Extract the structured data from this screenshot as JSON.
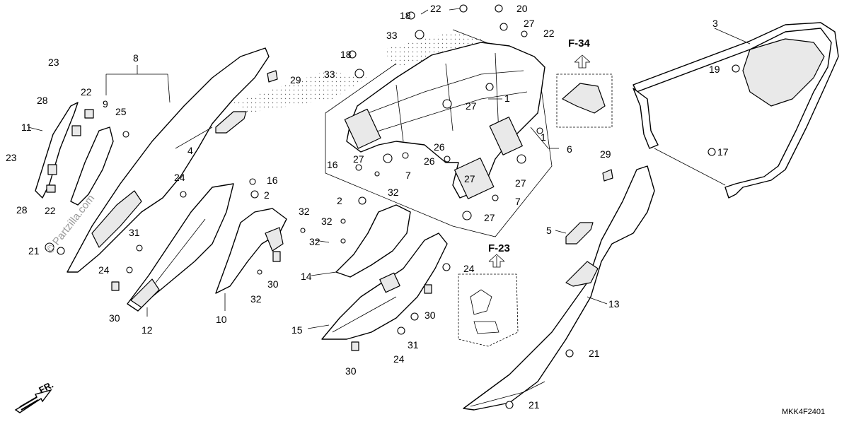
{
  "callouts": [
    {
      "id": "c1a",
      "label": "1"
    },
    {
      "id": "c1b",
      "label": "1"
    },
    {
      "id": "c2a",
      "label": "2"
    },
    {
      "id": "c2b",
      "label": "2"
    },
    {
      "id": "c3",
      "label": "3"
    },
    {
      "id": "c4",
      "label": "4"
    },
    {
      "id": "c5",
      "label": "5"
    },
    {
      "id": "c6",
      "label": "6"
    },
    {
      "id": "c7a",
      "label": "7"
    },
    {
      "id": "c7b",
      "label": "7"
    },
    {
      "id": "c8",
      "label": "8"
    },
    {
      "id": "c9",
      "label": "9"
    },
    {
      "id": "c10",
      "label": "10"
    },
    {
      "id": "c11",
      "label": "11"
    },
    {
      "id": "c12",
      "label": "12"
    },
    {
      "id": "c13",
      "label": "13"
    },
    {
      "id": "c14",
      "label": "14"
    },
    {
      "id": "c15",
      "label": "15"
    },
    {
      "id": "c16a",
      "label": "16"
    },
    {
      "id": "c16b",
      "label": "16"
    },
    {
      "id": "c17",
      "label": "17"
    },
    {
      "id": "c18a",
      "label": "18"
    },
    {
      "id": "c18b",
      "label": "18"
    },
    {
      "id": "c19",
      "label": "19"
    },
    {
      "id": "c20",
      "label": "20"
    },
    {
      "id": "c21a",
      "label": "21"
    },
    {
      "id": "c21b",
      "label": "21"
    },
    {
      "id": "c21c",
      "label": "21"
    },
    {
      "id": "c22a",
      "label": "22"
    },
    {
      "id": "c22b",
      "label": "22"
    },
    {
      "id": "c22c",
      "label": "22"
    },
    {
      "id": "c22d",
      "label": "22"
    },
    {
      "id": "c23a",
      "label": "23"
    },
    {
      "id": "c23b",
      "label": "23"
    },
    {
      "id": "c24a",
      "label": "24"
    },
    {
      "id": "c24b",
      "label": "24"
    },
    {
      "id": "c24c",
      "label": "24"
    },
    {
      "id": "c24d",
      "label": "24"
    },
    {
      "id": "c25",
      "label": "25"
    },
    {
      "id": "c26a",
      "label": "26"
    },
    {
      "id": "c26b",
      "label": "26"
    },
    {
      "id": "c27a",
      "label": "27"
    },
    {
      "id": "c27b",
      "label": "27"
    },
    {
      "id": "c27c",
      "label": "27"
    },
    {
      "id": "c27d",
      "label": "27"
    },
    {
      "id": "c27e",
      "label": "27"
    },
    {
      "id": "c27f",
      "label": "27"
    },
    {
      "id": "c28a",
      "label": "28"
    },
    {
      "id": "c28b",
      "label": "28"
    },
    {
      "id": "c29a",
      "label": "29"
    },
    {
      "id": "c29b",
      "label": "29"
    },
    {
      "id": "c30a",
      "label": "30"
    },
    {
      "id": "c30b",
      "label": "30"
    },
    {
      "id": "c30c",
      "label": "30"
    },
    {
      "id": "c30d",
      "label": "30"
    },
    {
      "id": "c31a",
      "label": "31"
    },
    {
      "id": "c31b",
      "label": "31"
    },
    {
      "id": "c32a",
      "label": "32"
    },
    {
      "id": "c32b",
      "label": "32"
    },
    {
      "id": "c32c",
      "label": "32"
    },
    {
      "id": "c32d",
      "label": "32"
    },
    {
      "id": "c32e",
      "label": "32"
    },
    {
      "id": "c33a",
      "label": "33"
    },
    {
      "id": "c33b",
      "label": "33"
    }
  ],
  "references": {
    "f34": "F-34",
    "f23": "F-23"
  },
  "direction_label": "FR.",
  "diagram_code": "MKK4F2401",
  "watermark": "© Partzilla.com",
  "icons": {
    "direction": "front-direction-arrow-icon",
    "reference": "up-arrow-icon"
  }
}
